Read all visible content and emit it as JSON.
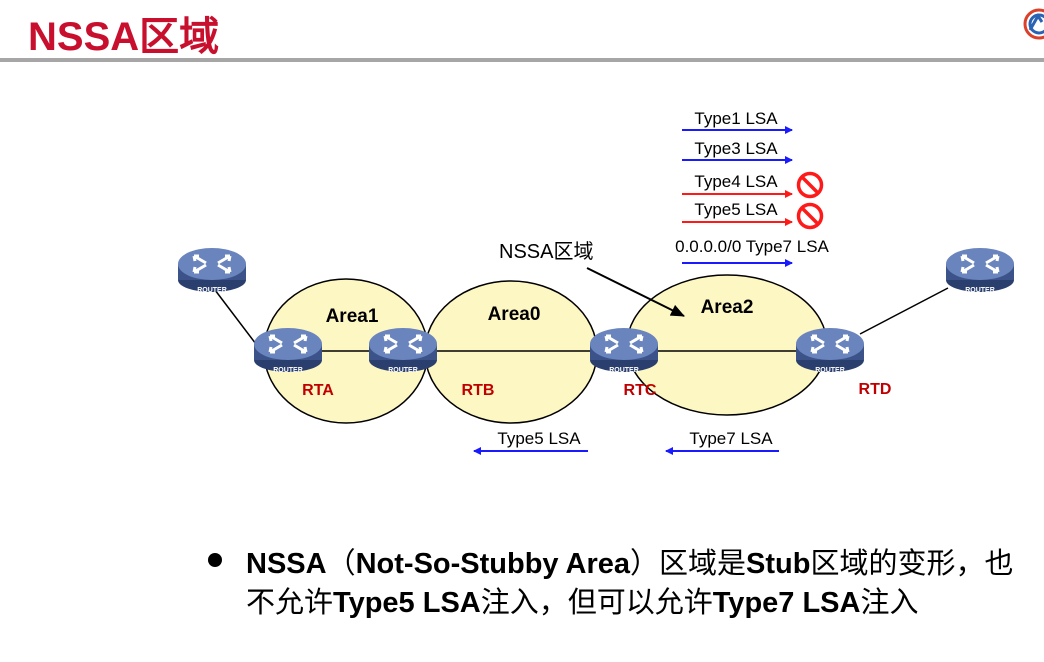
{
  "title": "NSSA区域",
  "diagram": {
    "areas": [
      "Area1",
      "Area0",
      "Area2"
    ],
    "routers": [
      "RTA",
      "RTB",
      "RTC",
      "RTD"
    ],
    "router_icon_label": "ROUTER",
    "callout": "NSSA区域",
    "lsa_right": [
      {
        "label": "Type1 LSA",
        "color": "#1a1aff",
        "blocked": false
      },
      {
        "label": "Type3 LSA",
        "color": "#1a1aff",
        "blocked": false
      },
      {
        "label": "Type4 LSA",
        "color": "#ff1a1a",
        "blocked": true
      },
      {
        "label": "Type5 LSA",
        "color": "#ff1a1a",
        "blocked": true
      },
      {
        "label": "0.0.0.0/0 Type7 LSA",
        "color": "#1a1aff",
        "blocked": false
      }
    ],
    "lsa_left": [
      {
        "label": "Type5 LSA",
        "color": "#1a1aff"
      },
      {
        "label": "Type7 LSA",
        "color": "#1a1aff"
      }
    ],
    "colors": {
      "area_fill": "#fdf7c4",
      "router_fill": "#5b73a8",
      "router_label": "#c00000",
      "title": "#c8102e"
    }
  },
  "bullet": {
    "part1": "NSSA",
    "part2": "（",
    "part3": "Not-So-Stubby Area",
    "part4": "）区域是",
    "part5": "Stub",
    "part6": "区域的变形，也不允许",
    "part7": "Type5 LSA",
    "part8": "注入，但可以允许",
    "part9": "Type7 LSA",
    "part10": "注入"
  }
}
